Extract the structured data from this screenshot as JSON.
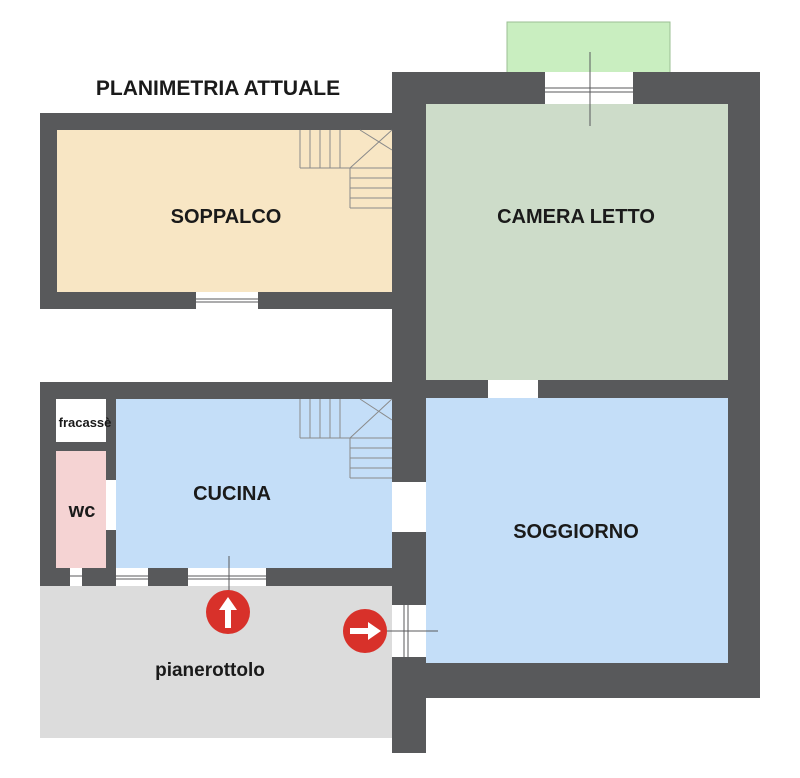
{
  "title": "PLANIMETRIA ATTUALE",
  "rooms": {
    "soppalco": "SOPPALCO",
    "camera_letto": "CAMERA LETTO",
    "cucina": "CUCINA",
    "soggiorno": "SOGGIORNO",
    "wc": "wc",
    "fracasse": "fracassè",
    "pianerottolo": "pianerottolo"
  },
  "colors": {
    "wall": "#58595b",
    "soppalco": "#f8e6c4",
    "camera_letto": "#cddcc9",
    "cucina": "#c4def8",
    "soggiorno": "#c4def8",
    "wc": "#f5d3d3",
    "pianerottolo": "#dcdcdc",
    "terrace": "#c9eec0",
    "arrow": "#d8312a"
  },
  "icons": {
    "entrance_up": "arrow-up-icon",
    "entrance_right": "arrow-right-icon"
  }
}
